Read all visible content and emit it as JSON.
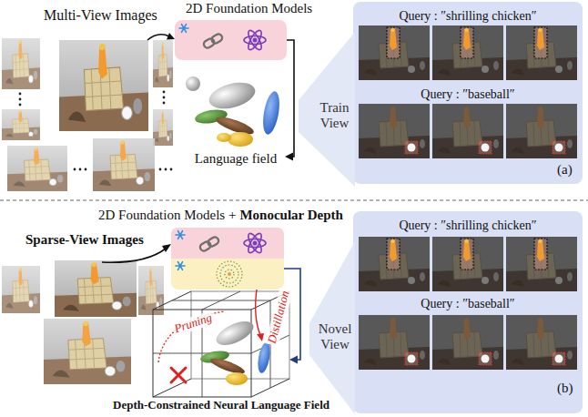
{
  "diagram": {
    "nodes": [
      {
        "text": [
          "2D Foundation Models"
        ]
      },
      {
        "text": [
          "Language field"
        ]
      },
      {
        "text": [
          "Train View"
        ]
      },
      {
        "text": [
          "Query : ″shrilling chicken″",
          "Query : ″baseball″"
        ]
      },
      {
        "text": [
          "2D Foundation Models +",
          "Monocular Depth"
        ]
      },
      {
        "text": [
          "Depth-Constrained Neural Language Field"
        ]
      },
      {
        "text": [
          "Novel View"
        ]
      },
      {
        "text": [
          "Query : ″shrilling chicken″",
          "Query : ″baseball″"
        ]
      }
    ],
    "edges": [
      {
        "from": 0,
        "to": 1,
        "arrow": "to"
      },
      {
        "from": 4,
        "to": 5,
        "arrow": "to"
      }
    ],
    "labels": [
      "Multi-View Images",
      "(a)",
      "Sparse-View Images",
      "Pruning",
      "Distillation",
      "(b)"
    ]
  }
}
